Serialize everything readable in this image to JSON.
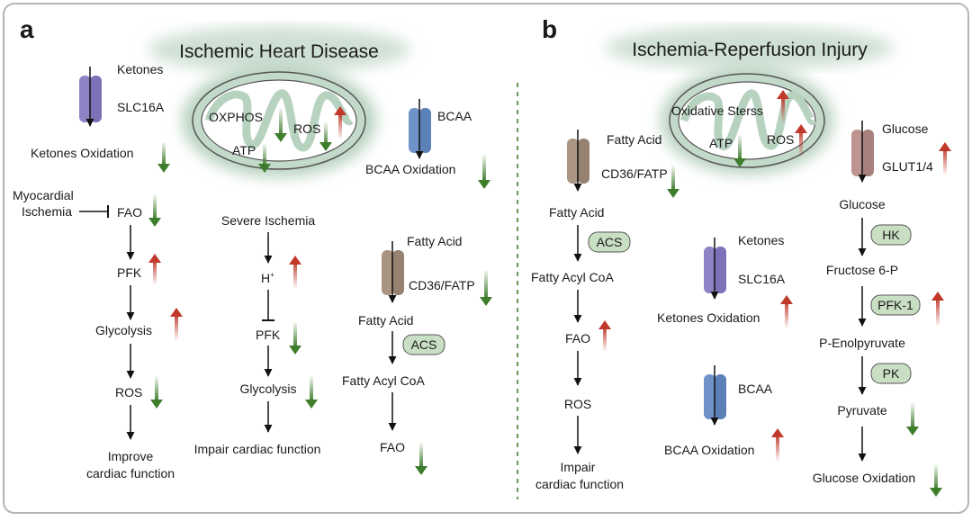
{
  "panel_a": {
    "letter": "a",
    "title": "Ischemic Heart Disease",
    "mito": {
      "oxphos": "OXPHOS",
      "atp": "ATP",
      "ros": "ROS"
    },
    "ketones": {
      "substrate": "Ketones",
      "transporter": "SLC16A",
      "oxidation": "Ketones Oxidation"
    },
    "stimulus_line1": "Myocardial",
    "stimulus_line2": "Ischemia",
    "chain1": {
      "fao": "FAO",
      "pfk": "PFK",
      "glycolysis": "Glycolysis",
      "ros": "ROS",
      "outcome_line1": "Improve",
      "outcome_line2": "cardiac function"
    },
    "chain2": {
      "start": "Severe Ischemia",
      "h": "H",
      "h_sup": "+",
      "pfk": "PFK",
      "glycolysis": "Glycolysis",
      "outcome": "Impair cardiac function"
    },
    "bcaa": {
      "substrate": "BCAA",
      "oxidation": "BCAA Oxidation"
    },
    "fatty": {
      "substrate": "Fatty Acid",
      "transporter": "CD36/FATP",
      "acid": "Fatty Acid",
      "enzyme": "ACS",
      "acyl": "Fatty Acyl CoA",
      "fao": "FAO"
    }
  },
  "panel_b": {
    "letter": "b",
    "title": "Ischemia-Reperfusion Injury",
    "mito": {
      "oxidative": "Oxidative Sterss",
      "atp": "ATP",
      "ros": "ROS"
    },
    "fatty": {
      "substrate": "Fatty Acid",
      "transporter": "CD36/FATP",
      "acid": "Fatty Acid",
      "enzyme": "ACS",
      "acyl": "Fatty Acyl CoA",
      "fao": "FAO",
      "ros": "ROS",
      "outcome_line1": "Impair",
      "outcome_line2": "cardiac function"
    },
    "ketones": {
      "substrate": "Ketones",
      "transporter": "SLC16A",
      "oxidation": "Ketones Oxidation"
    },
    "bcaa": {
      "substrate": "BCAA",
      "oxidation": "BCAA Oxidation"
    },
    "glucose": {
      "substrate": "Glucose",
      "transporter": "GLUT1/4",
      "glucose": "Glucose",
      "hk": "HK",
      "f6p": "Fructose 6-P",
      "pfk1": "PFK-1",
      "pep": "P-Enolpyruvate",
      "pk": "PK",
      "pyruvate": "Pyruvate",
      "oxidation": "Glucose Oxidation"
    }
  },
  "colors": {
    "up_arrow": "#c0392b",
    "down_arrow": "#3e7d2c",
    "mito_fill": "#c3d9ca",
    "mito_stroke": "#555555",
    "enzyme_fill": "#c9dfc3",
    "ketone_transporter": "#8d84c6",
    "bcaa_transporter": "#6f93c8",
    "fatty_transporter": "#a99581",
    "glucose_transporter": "#bd9490",
    "divider": "#6a9a5a"
  }
}
